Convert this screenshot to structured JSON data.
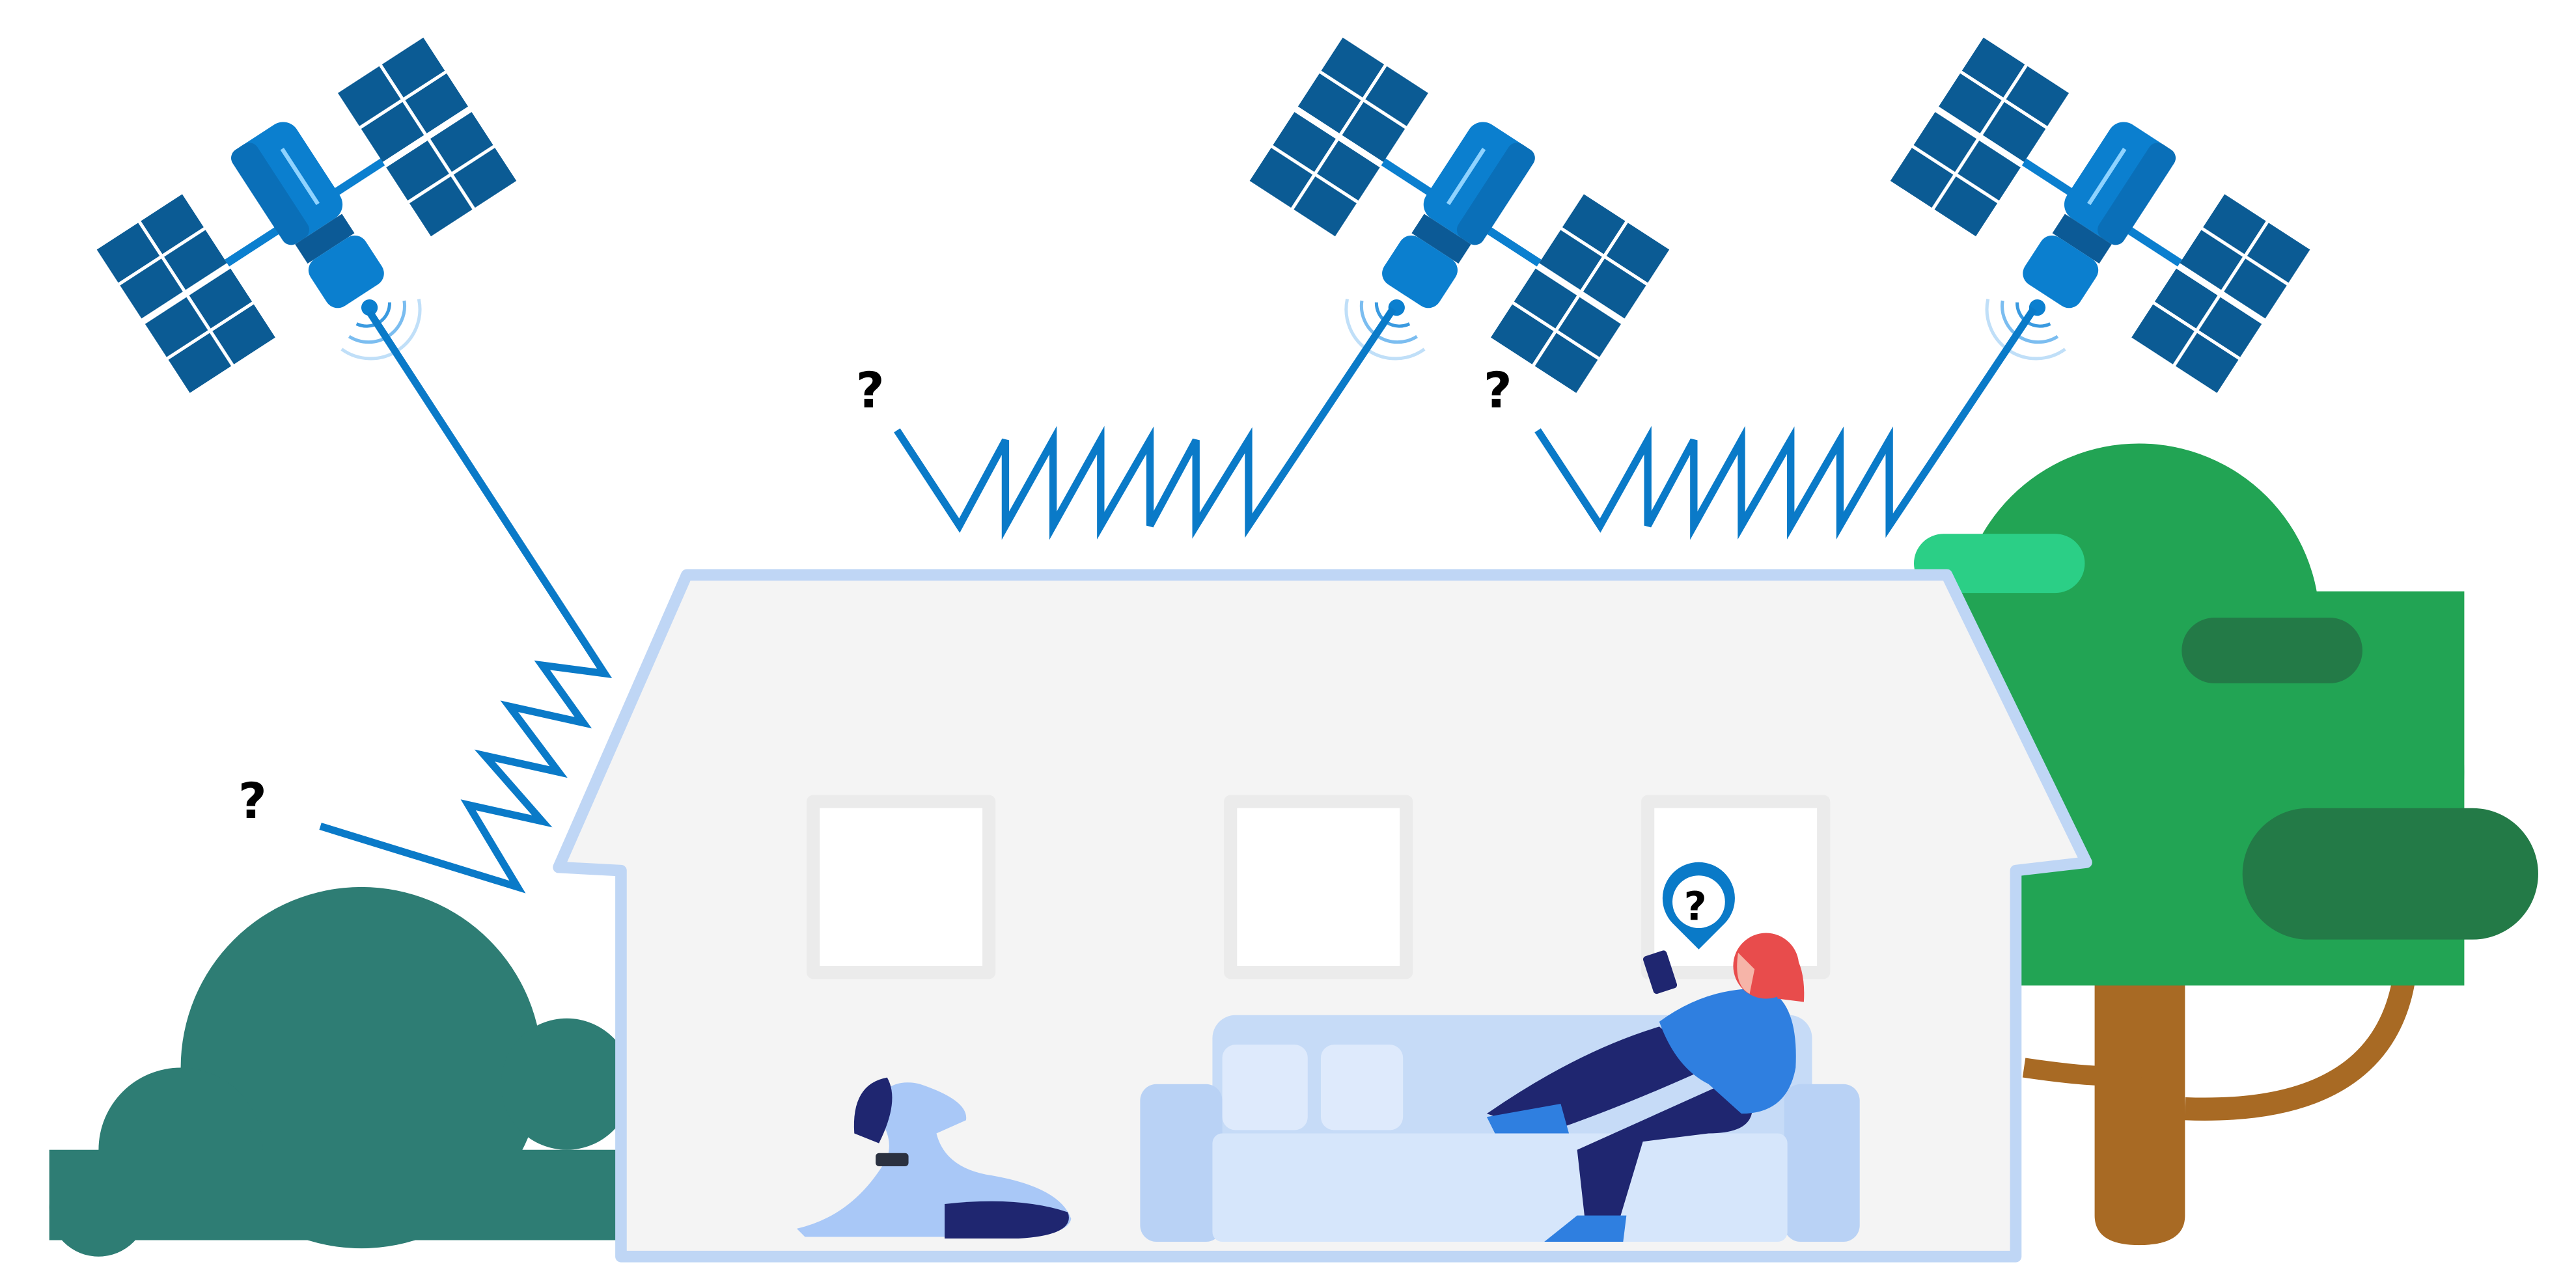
{
  "scene": {
    "description": "Illustration of satellite signals reflecting off and failing to reach a house; person indoors with phone showing unknown location",
    "colors": {
      "signal": "#0a7ac8",
      "satellite_body": "#0b7fcf",
      "satellite_dark": "#0c5a96",
      "solar_panel": "#0b5b94",
      "house_wall": "#f4f4f4",
      "house_outline": "#bfd6f5",
      "window_frame": "#ebebeb",
      "window_glass": "#ffffff",
      "sofa": "#c6dbf7",
      "bush": "#2e7d74",
      "tree_light": "#22a454",
      "tree_dark": "#237a47",
      "tree_highlight": "#2bcf86",
      "trunk": "#a86a24",
      "hair": "#e84c4c",
      "shirt": "#2f7fe0",
      "pants": "#1f2670",
      "dog": "#a9c8f7"
    },
    "question_marks": [
      {
        "label": "?",
        "position": "left-reflected-signal"
      },
      {
        "label": "?",
        "position": "middle-reflected-signal"
      },
      {
        "label": "?",
        "position": "right-reflected-signal"
      }
    ],
    "location_pin": {
      "label": "?",
      "icon": "location-pin-icon"
    },
    "satellites": [
      {
        "name": "satellite-left"
      },
      {
        "name": "satellite-middle"
      },
      {
        "name": "satellite-right"
      }
    ]
  }
}
